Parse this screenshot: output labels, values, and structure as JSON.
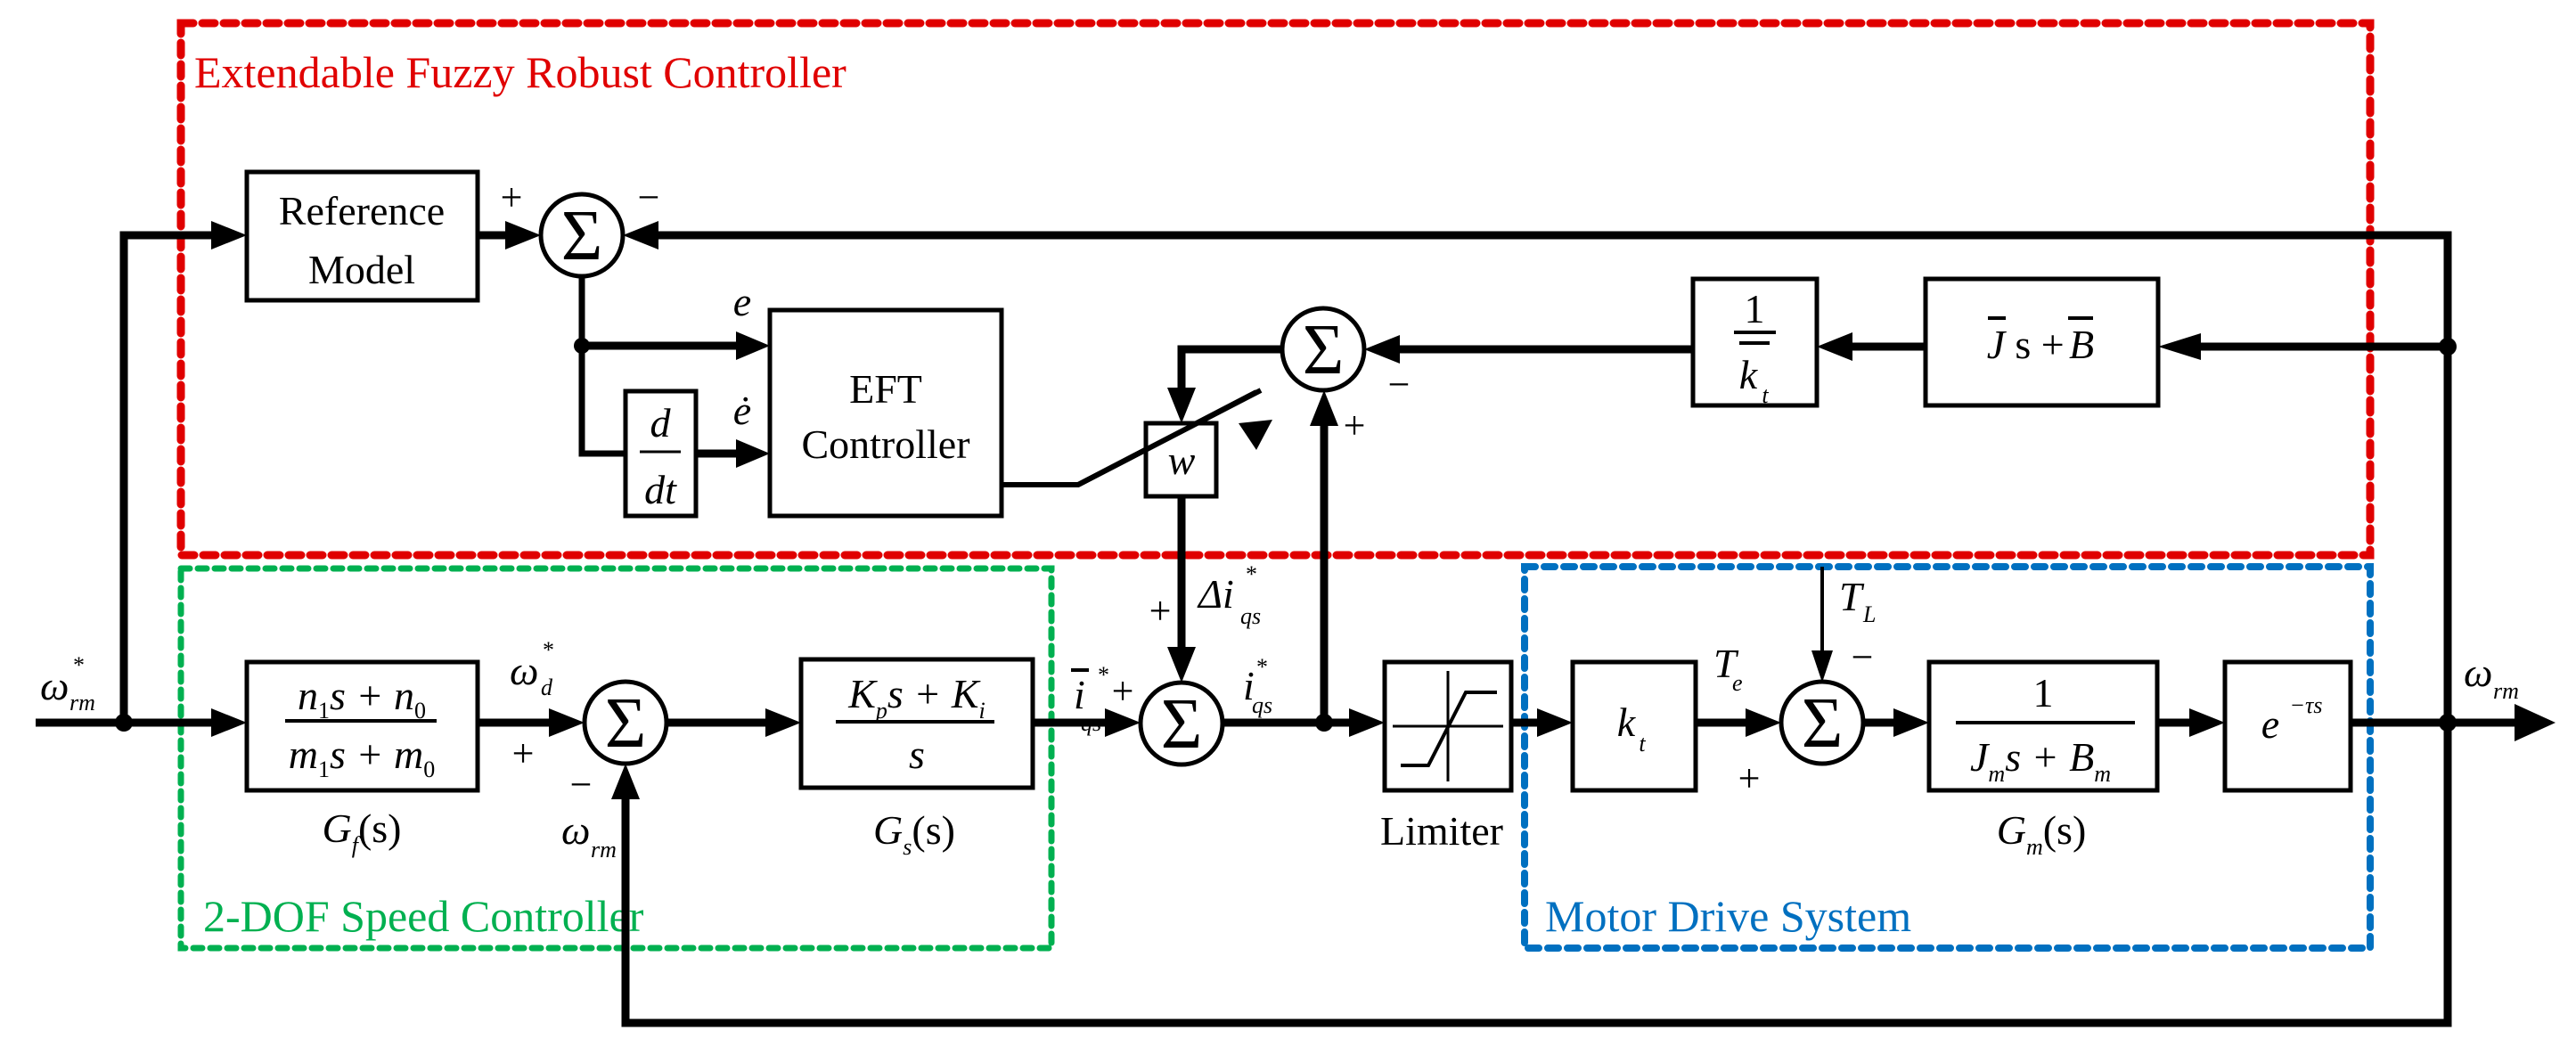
{
  "diagram": {
    "type": "control-block-diagram",
    "groups": {
      "efrc": {
        "label": "Extendable Fuzzy Robust Controller",
        "color": "#e00000"
      },
      "speed": {
        "label": "2-DOF Speed Controller",
        "color": "#00b050"
      },
      "motor": {
        "label": "Motor Drive System",
        "color": "#0070c0"
      }
    },
    "blocks": {
      "reference_model": {
        "line1": "Reference",
        "line2": "Model"
      },
      "derivative": {
        "num": "d",
        "den": "dt"
      },
      "eft": {
        "line1": "EFT",
        "line2": "Controller"
      },
      "weight": {
        "symbol": "w"
      },
      "inv_kt": {
        "num": "1",
        "den_base": "k",
        "den_sub": "t"
      },
      "inertia_est": {
        "text1": "J",
        "text2": "s + ",
        "text3": "B"
      },
      "gf": {
        "num_a": "n",
        "num_a_sub": "1",
        "num_b": "s + n",
        "num_b_sub": "0",
        "den_a": "m",
        "den_a_sub": "1",
        "den_b": "s + m",
        "den_b_sub": "0",
        "caption": "G",
        "caption_sub": "f",
        "caption_arg": "(s)"
      },
      "gs": {
        "num_a": "K",
        "num_a_sub": "p",
        "num_b": "s + K",
        "num_b_sub": "i",
        "den": "s",
        "caption": "G",
        "caption_sub": "s",
        "caption_arg": "(s)"
      },
      "limiter": {
        "caption": "Limiter"
      },
      "kt": {
        "base": "k",
        "sub": "t"
      },
      "gm": {
        "num": "1",
        "den_a": "J",
        "den_a_sub": "m",
        "den_b": "s + B",
        "den_b_sub": "m",
        "caption": "G",
        "caption_sub": "m",
        "caption_arg": "(s)"
      },
      "delay": {
        "base": "e",
        "exp": "−τs"
      }
    },
    "summing_symbol": "Σ",
    "signals": {
      "omega_ref": {
        "base": "ω",
        "sup": "*",
        "sub": "rm"
      },
      "omega_d": {
        "base": "ω",
        "sup": "*",
        "sub": "d"
      },
      "omega_fb": {
        "base": "ω",
        "sub": "rm"
      },
      "omega_out": {
        "base": "ω",
        "sub": "rm"
      },
      "e": {
        "text": "e"
      },
      "e_dot": {
        "text": "ė"
      },
      "iqs_bar": {
        "base": "i",
        "sup": "*",
        "sub": "qs"
      },
      "delta_iqs": {
        "base": "Δi",
        "sup": "*",
        "sub": "qs"
      },
      "iqs": {
        "base": "i",
        "sup": "*",
        "sub": "qs"
      },
      "Te": {
        "base": "T",
        "sub": "e"
      },
      "TL": {
        "base": "T",
        "sub": "L"
      }
    },
    "signs": {
      "plus": "+",
      "minus": "−"
    }
  }
}
